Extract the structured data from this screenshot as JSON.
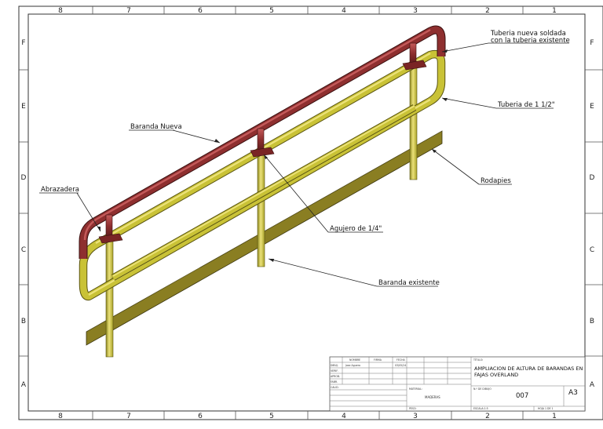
{
  "border": {
    "columns": [
      "8",
      "7",
      "6",
      "5",
      "4",
      "3",
      "2",
      "1"
    ],
    "rows": [
      "F",
      "E",
      "D",
      "C",
      "B",
      "A"
    ]
  },
  "callouts": {
    "new_pipe_line1": "Tuberia nueva soldada",
    "new_pipe_line2": "con la tuberia existente",
    "pipe_size": "Tuberia de 1 1/2\"",
    "new_railing": "Baranda Nueva",
    "toe_board": "Rodapies",
    "clamp": "Abrazadera",
    "hole": "Agujero de 1/4\"",
    "existing_railing": "Baranda existente"
  },
  "title_block": {
    "headers": {
      "name": "NOMBRE",
      "signature": "FIRMA",
      "date": "FECHA"
    },
    "row_labels": [
      "DIBUJ.",
      "VERIF.",
      "APROB.",
      "FABR.",
      "CALID."
    ],
    "drawn_by": "Jose Aguero",
    "drawn_date": "03/05/24",
    "title_label": "TÍTULO:",
    "title_line1": "AMPLIACION DE ALTURA DE BARANDAS EN",
    "title_line2": "FAJAS OVERLAND",
    "material_label": "MATERIAL:",
    "material_value": "MADERAS",
    "drawing_no_label": "N.º DE DIBUJO",
    "drawing_no": "007",
    "size": "A3",
    "weight_label": "PESO:",
    "scale_label": "ESCALA:1:5",
    "sheet_label": "HOJA 1 DE 1"
  },
  "colors": {
    "new_railing": "#8e2f2f",
    "new_railing_hi": "#c45a5a",
    "existing_railing": "#c9c236",
    "existing_railing_hi": "#ece27a",
    "existing_railing_dark": "#8f8a22",
    "toe_board": "#8a7e22",
    "toe_board_top": "#b9ad45"
  }
}
